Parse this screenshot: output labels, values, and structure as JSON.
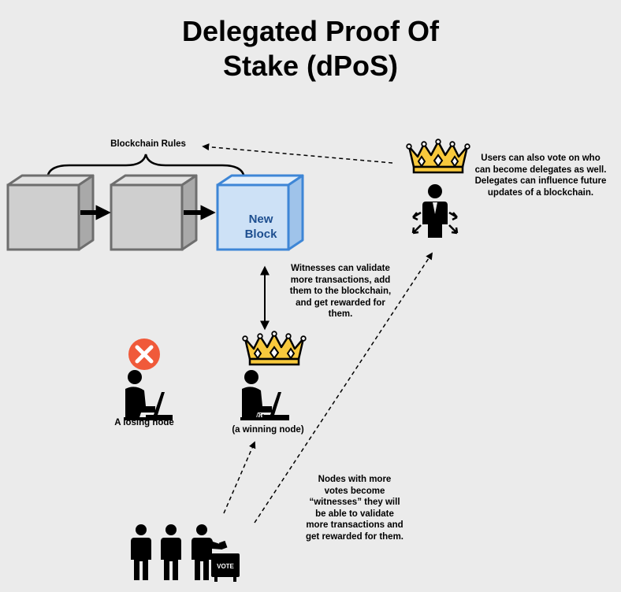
{
  "title": {
    "line1": "Delegated Proof Of",
    "line2": "Stake (dPoS)"
  },
  "labels": {
    "blockchain_rules": "Blockchain Rules",
    "new_block_line1": "New",
    "new_block_line2": "Block",
    "delegates_note": [
      "Users can also vote on who",
      "can become delegates as well.",
      "Delegates can influence future",
      "updates of a blockchain."
    ],
    "witness_note": [
      "Witnesses can validate",
      "more transactions, add",
      "them to the blockchain,",
      "and get rewarded for",
      "them."
    ],
    "losing_node": "A losing node",
    "witness_line1": "Witness",
    "witness_line2": "(a winning node)",
    "voters_note": [
      "Nodes with more",
      "votes become",
      "“witnesses” they will",
      "be able to validate",
      "more transactions and",
      "get rewarded for them."
    ],
    "vote_box": "VOTE"
  },
  "colors": {
    "background": "#ebebeb",
    "block_grey": "#cfcfcf",
    "block_grey_dark": "#a9a9a9",
    "block_border": "#6e6e6e",
    "new_block_fill": "#cde1f6",
    "new_block_border": "#3e86d6",
    "new_block_text": "#1d4e8f",
    "crown_gold": "#f8c93c",
    "crown_gem": "#ffffff",
    "loser_badge": "#f05a3a"
  },
  "icons": [
    "crown-icon",
    "delegate-person-icon",
    "close-icon",
    "person-laptop-icon",
    "voter-icon",
    "ballot-box-icon"
  ]
}
